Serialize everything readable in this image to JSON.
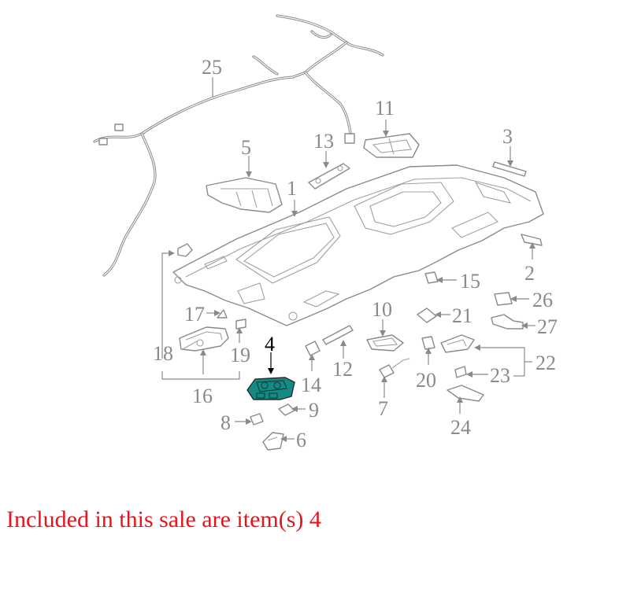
{
  "diagram": {
    "callouts": {
      "c1": "1",
      "c2": "2",
      "c3": "3",
      "c4": "4",
      "c5": "5",
      "c6": "6",
      "c7": "7",
      "c8": "8",
      "c9": "9",
      "c10": "10",
      "c11": "11",
      "c12": "12",
      "c13": "13",
      "c14": "14",
      "c15": "15",
      "c16": "16",
      "c17": "17",
      "c18": "18",
      "c19": "19",
      "c20": "20",
      "c21": "21",
      "c22": "22",
      "c23": "23",
      "c24": "24",
      "c25": "25",
      "c26": "26",
      "c27": "27"
    },
    "highlighted_item": "4",
    "colors": {
      "line": "#8a8a8a",
      "highlight_fill": "#148a84",
      "note_text": "#e8141c"
    }
  },
  "note": {
    "text": "Included in this sale are item(s) 4"
  }
}
